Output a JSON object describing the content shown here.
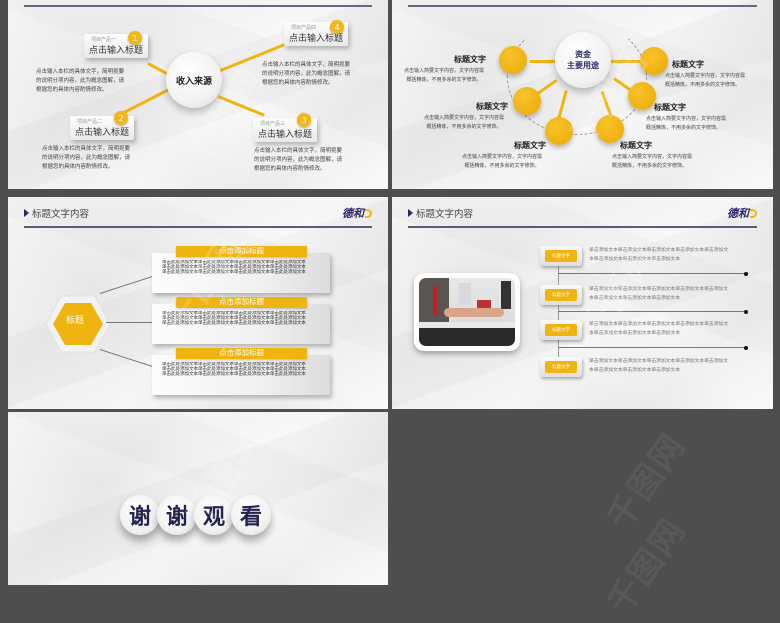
{
  "colors": {
    "accent": "#f0b411",
    "navy": "#2c2a6b",
    "background": "#4e4e4e",
    "rule": "#5f5b73"
  },
  "watermark": "千图网",
  "slide1": {
    "center": "收入来源",
    "items": [
      {
        "num": "1",
        "sub": "项目产品一",
        "title": "点击输入标题",
        "desc": [
          "点击输入本栏的具体文字，简明扼要",
          "的说明分项内容，此为概念图解，请",
          "根据您的具体内容酌情修改。"
        ]
      },
      {
        "num": "2",
        "sub": "项目产品二",
        "title": "点击输入标题",
        "desc": [
          "点击输入本栏的具体文字，简明扼要",
          "的说明分项内容，此为概念图解，请",
          "根据您的具体内容酌情修改。"
        ]
      },
      {
        "num": "3",
        "sub": "项目产品三",
        "title": "点击输入标题",
        "desc": [
          "点击输入本栏的具体文字，简明扼要",
          "的说明分项内容，此为概念图解，请",
          "根据您的具体内容酌情修改。"
        ]
      },
      {
        "num": "4",
        "sub": "项目产品四",
        "title": "点击输入标题",
        "desc": [
          "点击输入本栏的具体文字，简明扼要",
          "的说明分项内容，此为概念图解，请",
          "根据您的具体内容酌情修改。"
        ]
      }
    ]
  },
  "slide2": {
    "center_line1": "资金",
    "center_line2": "主要用途",
    "nodes": [
      {
        "title": "标题文字",
        "desc1": "点击输入简要文字内容，文字内容需",
        "desc2": "概括精炼，不用多余的文字修饰。"
      },
      {
        "title": "标题文字",
        "desc1": "点击输入简要文字内容，文字内容需",
        "desc2": "概括精炼，不用多余的文字修饰。"
      },
      {
        "title": "标题文字",
        "desc1": "点击输入简要文字内容，文字内容需",
        "desc2": "概括精炼，不用多余的文字修饰。"
      },
      {
        "title": "标题文字",
        "desc1": "点击输入简要文字内容，文字内容需",
        "desc2": "概括精炼，不用多余的文字修饰。"
      },
      {
        "title": "标题文字",
        "desc1": "点击输入简要文字内容，文字内容需",
        "desc2": "概括精炼，不用多余的文字修饰。"
      },
      {
        "title": "标题文字",
        "desc1": "点击输入简要文字内容，文字内容需",
        "desc2": "概括精炼，不用多余的文字修饰。"
      }
    ]
  },
  "slide3": {
    "header_title": "标题文字内容",
    "logo": "德和",
    "hex_label": "标题",
    "cards": [
      {
        "title": "点击添加标题",
        "lines": [
          "单击此处添加文本单击此处添加文本单击此处添加文本单击此处添加文本",
          "单击此处添加文本单击此处添加文本单击此处添加文本单击此处添加文本",
          "单击此处添加文本单击此处添加文本单击此处添加文本单击此处添加文本"
        ]
      },
      {
        "title": "点击添加标题",
        "lines": [
          "单击此处添加文本单击此处添加文本单击此处添加文本单击此处添加文本",
          "单击此处添加文本单击此处添加文本单击此处添加文本单击此处添加文本",
          "单击此处添加文本单击此处添加文本单击此处添加文本单击此处添加文本"
        ]
      },
      {
        "title": "点击添加标题",
        "lines": [
          "单击此处添加文本单击此处添加文本单击此处添加文本单击此处添加文本",
          "单击此处添加文本单击此处添加文本单击此处添加文本单击此处添加文本",
          "单击此处添加文本单击此处添加文本单击此处添加文本单击此处添加文本"
        ]
      }
    ]
  },
  "slide4": {
    "header_title": "标题文字内容",
    "logo": "德和",
    "photo_alt": "handshake-photo",
    "items": [
      {
        "label": "标题文字",
        "line1": "单击添加文本单击添加文本单击添加文本单击添加文本单击添加文",
        "line2": "本单击添加文本单击添加文本单击添加文本"
      },
      {
        "label": "标题文字",
        "line1": "单击添加文本单击添加文本单击添加文本单击添加文本单击添加文",
        "line2": "本单击添加文本单击添加文本单击添加文本"
      },
      {
        "label": "标题文字",
        "line1": "单击添加文本单击添加文本单击添加文本单击添加文本单击添加文",
        "line2": "本单击添加文本单击添加文本单击添加文本"
      },
      {
        "label": "标题文字",
        "line1": "单击添加文本单击添加文本单击添加文本单击添加文本单击添加文",
        "line2": "本单击添加文本单击添加文本单击添加文本"
      }
    ]
  },
  "slide5": {
    "chars": [
      "谢",
      "谢",
      "观",
      "看"
    ]
  }
}
